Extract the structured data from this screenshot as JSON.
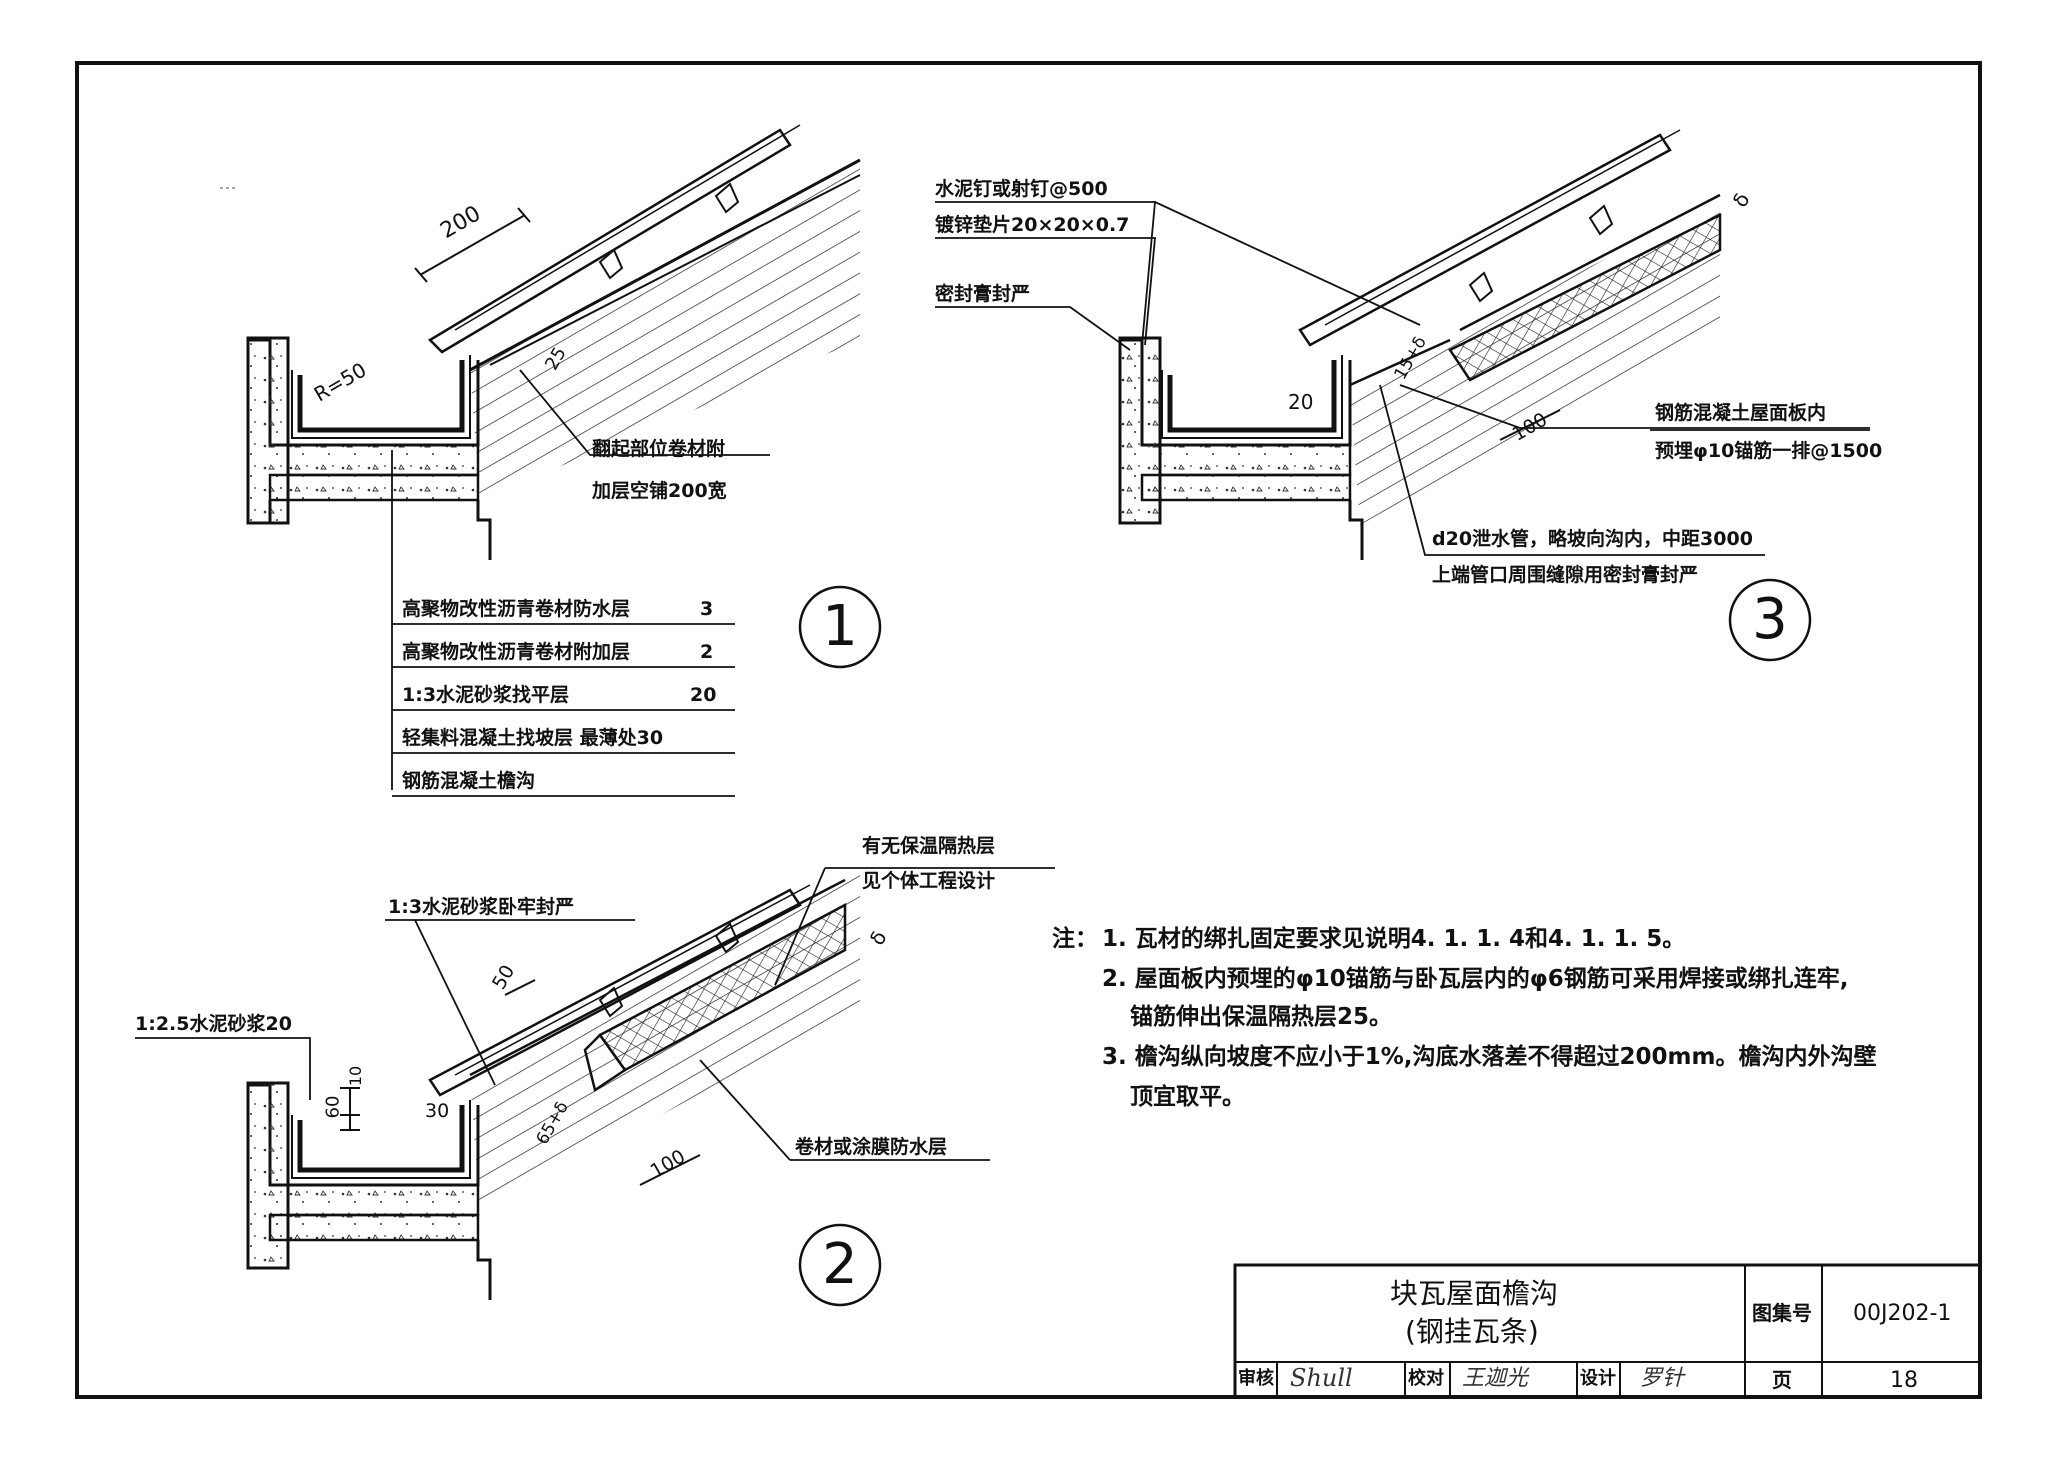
{
  "detail1": {
    "dim_length": "200",
    "dim_radius": "R=50",
    "dim_25": "25",
    "callout": [
      "翻起部位卷材附",
      "加层空铺200宽"
    ],
    "layers": [
      {
        "name": "高聚物改性沥青卷材防水层",
        "value": "3"
      },
      {
        "name": "高聚物改性沥青卷材附加层",
        "value": "2"
      },
      {
        "name": "1:3水泥砂浆找平层",
        "value": "20"
      },
      {
        "name": "轻集料混凝土找坡层 最薄处30",
        "value": ""
      },
      {
        "name": "钢筋混凝土檐沟",
        "value": ""
      }
    ],
    "number": "1"
  },
  "detail2": {
    "label_mortar": "1:2.5水泥砂浆20",
    "label_seal": "1:3水泥砂浆卧牢封严",
    "label_insul": [
      "有无保温隔热层",
      "见个体工程设计"
    ],
    "label_wp": "卷材或涂膜防水层",
    "dim_50": "50",
    "dim_60": "60",
    "dim_10": "10",
    "dim_30": "30",
    "dim_65": "65+δ",
    "dim_100": "100",
    "dim_delta": "δ",
    "number": "2"
  },
  "detail3": {
    "label_nail": "水泥钉或射钉@500",
    "label_washer": "镀锌垫片20×20×0.7",
    "label_sealant": "密封膏封严",
    "label_anchor": [
      "钢筋混凝土屋面板内",
      "预埋φ10锚筋一排@1500"
    ],
    "label_pipe": [
      "d20泄水管，略坡向沟内，中距3000",
      "上端管口周围缝隙用密封膏封严"
    ],
    "dim_20": "20",
    "dim_15": "15+δ",
    "dim_100": "100",
    "dim_delta": "δ",
    "number": "3"
  },
  "notes": {
    "prefix": "注：",
    "lines": [
      "1. 瓦材的绑扎固定要求见说明4. 1. 1. 4和4. 1. 1. 5。",
      "2. 屋面板内预埋的φ10锚筋与卧瓦层内的φ6钢筋可采用焊接或绑扎连牢,",
      "锚筋伸出保温隔热层25。",
      "3. 檐沟纵向坡度不应小于1%,沟底水落差不得超过200mm。檐沟内外沟壁",
      "顶宜取平。"
    ]
  },
  "titleblock": {
    "title1": "块瓦屋面檐沟",
    "title2": "(钢挂瓦条)",
    "atlas_label": "图集号",
    "atlas_no": "00J202-1",
    "review_label": "审核",
    "review_sig": "Shull",
    "check_label": "校对",
    "check_sig": "王迦光",
    "design_label": "设计",
    "design_sig": "罗针",
    "page_label": "页",
    "page_no": "18"
  }
}
